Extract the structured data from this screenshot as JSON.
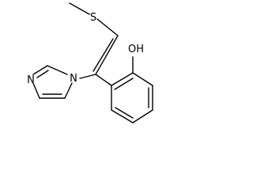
{
  "molecule": {
    "atom_labels": {
      "sulfur": "S",
      "hydroxyl": "OH",
      "imidazole_n1": "N",
      "imidazole_n3": "N"
    }
  },
  "colors": {
    "bond": "#000000",
    "text": "#000000",
    "background": "#ffffff"
  }
}
